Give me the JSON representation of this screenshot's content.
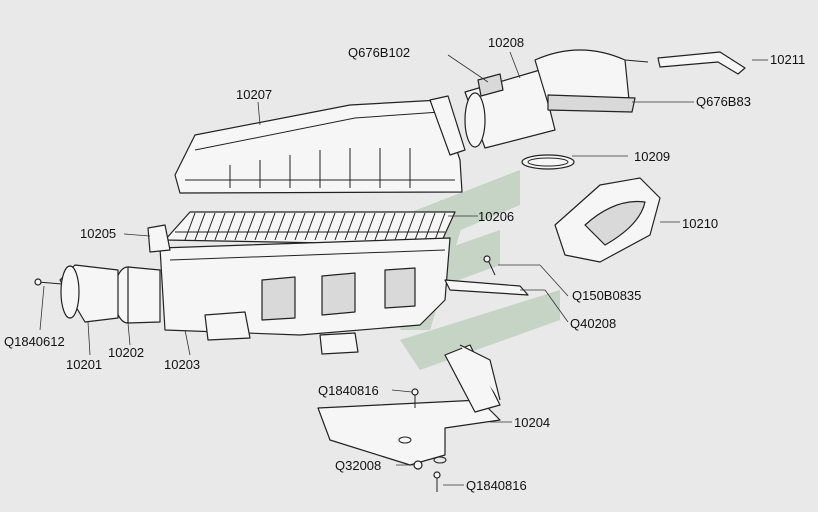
{
  "diagram": {
    "colors": {
      "background": "#e9e9e9",
      "line": "#222222",
      "watermark": "#a9c3a6"
    },
    "labels": {
      "p10201": "10201",
      "p10202": "10202",
      "p10203": "10203",
      "p10204": "10204",
      "p10205": "10205",
      "p10206": "10206",
      "p10207": "10207",
      "p10208": "10208",
      "p10209": "10209",
      "p10210": "10210",
      "p10211": "10211",
      "q676b102": "Q676B102",
      "q676b83": "Q676B83",
      "q150b0835": "Q150B0835",
      "q40208": "Q40208",
      "q1840612": "Q1840612",
      "q1840816a": "Q1840816",
      "q1840816b": "Q1840816",
      "q32008": "Q32008"
    }
  }
}
